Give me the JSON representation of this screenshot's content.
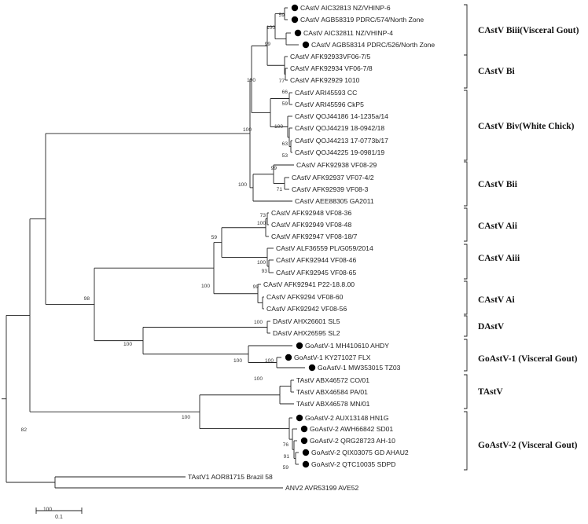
{
  "leaves": [
    {
      "id": "t1",
      "label": "CAstV AIC32813 NZ/VHINP-6",
      "marked": true
    },
    {
      "id": "t2",
      "label": "CAstV AGB58319 PDRC/574/North Zone",
      "marked": true
    },
    {
      "id": "t3",
      "label": "CAstV AIC32811 NZ/VHINP-4",
      "marked": true
    },
    {
      "id": "t4",
      "label": "CAstV AGB58314 PDRC/526/North Zone",
      "marked": true
    },
    {
      "id": "t5",
      "label": "CAstV AFK92933VF06-7/5",
      "marked": false
    },
    {
      "id": "t6",
      "label": "CAstV AFK92934 VF06-7/8",
      "marked": false
    },
    {
      "id": "t7",
      "label": "CAstV AFK92929 1010",
      "marked": false
    },
    {
      "id": "t8",
      "label": "CAstV ARI45593 CC",
      "marked": false
    },
    {
      "id": "t9",
      "label": "CAstV ARI45596 CkP5",
      "marked": false
    },
    {
      "id": "t10",
      "label": "CAstV QOJ44186 14-1235a/14",
      "marked": false
    },
    {
      "id": "t11",
      "label": "CAstV QOJ44219 18-0942/18",
      "marked": false
    },
    {
      "id": "t12",
      "label": "CAstV QOJ44213 17-0773b/17",
      "marked": false
    },
    {
      "id": "t13",
      "label": "CAstV QOJ44225 19-0981/19",
      "marked": false
    },
    {
      "id": "t14",
      "label": "CAstV AFK92938 VF08-29",
      "marked": false
    },
    {
      "id": "t15",
      "label": "CAstV AFK92937 VF07-4/2",
      "marked": false
    },
    {
      "id": "t16",
      "label": "CAstV AFK92939 VF08-3",
      "marked": false
    },
    {
      "id": "t17",
      "label": "CAstV AEE88305 GA2011",
      "marked": false
    },
    {
      "id": "t18",
      "label": "CAstV AFK92948 VF08-36",
      "marked": false
    },
    {
      "id": "t19",
      "label": "CAstV AFK92949 VF08-48",
      "marked": false
    },
    {
      "id": "t20",
      "label": "CAstV AFK92947 VF08-18/7",
      "marked": false
    },
    {
      "id": "t21",
      "label": "CAstV ALF36559 PL/G059/2014",
      "marked": false
    },
    {
      "id": "t22",
      "label": "CAstV AFK92944 VF08-46",
      "marked": false
    },
    {
      "id": "t23",
      "label": "CAstV AFK92945 VF08-65",
      "marked": false
    },
    {
      "id": "t24",
      "label": "CAstV AFK92941 P22-18.8.00",
      "marked": false
    },
    {
      "id": "t25",
      "label": "CAstV AFK9294 VF08-60",
      "marked": false
    },
    {
      "id": "t26",
      "label": "CAstV AFK92942 VF08-56",
      "marked": false
    },
    {
      "id": "t27",
      "label": "DAstV AHX26601 SL5",
      "marked": false
    },
    {
      "id": "t28",
      "label": "DAstV AHX26595 SL2",
      "marked": false
    },
    {
      "id": "t29",
      "label": "GoAstV-1 MH410610 AHDY",
      "marked": true
    },
    {
      "id": "t30",
      "label": "GoAstV-1 KY271027 FLX",
      "marked": true
    },
    {
      "id": "t31",
      "label": "GoAstV-1 MW353015 TZ03",
      "marked": true
    },
    {
      "id": "t32",
      "label": "TAstV ABX46572 CO/01",
      "marked": false
    },
    {
      "id": "t33",
      "label": "TAstV ABX46584 PA/01",
      "marked": false
    },
    {
      "id": "t34",
      "label": "TAstV ABX46578 MN/01",
      "marked": false
    },
    {
      "id": "t35",
      "label": "GoAstV-2 AUX13148 HN1G",
      "marked": true
    },
    {
      "id": "t36",
      "label": "GoAstV-2 AWH66842 SD01",
      "marked": true
    },
    {
      "id": "t37",
      "label": "GoAstV-2 QRG28723 AH-10",
      "marked": true
    },
    {
      "id": "t38",
      "label": "GoAstV-2 QIX03075 GD AHAU2",
      "marked": true
    },
    {
      "id": "t39",
      "label": "GoAstV-2 QTC10035 SDPD",
      "marked": true
    },
    {
      "id": "t40",
      "label": "TAstV1 AOR81715 Brazil 58",
      "marked": false
    },
    {
      "id": "t41",
      "label": "ANV2 AVR53199 AVE52",
      "marked": false
    }
  ],
  "bootstrap_values": [
    "59",
    "100",
    "99",
    "77",
    "100",
    "66",
    "59",
    "100",
    "63",
    "53",
    "100",
    "99",
    "71",
    "100",
    "73",
    "100",
    "93",
    "100",
    "59",
    "99",
    "100",
    "98",
    "100",
    "100",
    "100",
    "100",
    "82",
    "100",
    "100",
    "76",
    "91",
    "59",
    "100"
  ],
  "clades": [
    {
      "label": "CAstV Biii(Visceral Gout)"
    },
    {
      "label": "CAstV Bi"
    },
    {
      "label": "CAstV Biv(White Chick)"
    },
    {
      "label": "CAstV Bii"
    },
    {
      "label": "CAstV Aii"
    },
    {
      "label": "CAstV Aiii"
    },
    {
      "label": "CAstV Ai"
    },
    {
      "label": "DAstV"
    },
    {
      "label": "GoAstV-1 (Visceral Gout)"
    },
    {
      "label": "TAstV"
    },
    {
      "label": "GoAstV-2 (Visceral Gout)"
    }
  ],
  "scale_bar": {
    "label": "0.1"
  },
  "colors": {
    "line": "#222222",
    "marker": "#000000"
  }
}
